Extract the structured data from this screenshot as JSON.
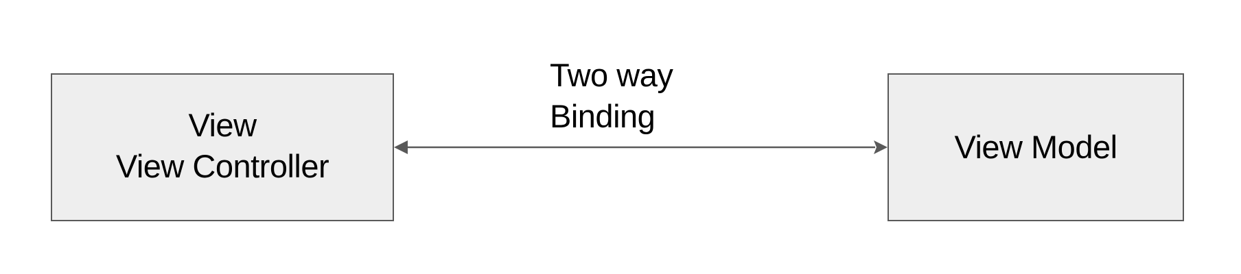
{
  "nodes": {
    "left": {
      "lines": [
        "View",
        "View Controller"
      ]
    },
    "right": {
      "label": "View Model"
    }
  },
  "edge": {
    "label_lines": [
      "Two way",
      "Binding"
    ],
    "direction": "bidirectional"
  },
  "colors": {
    "node_fill": "#eeeeee",
    "node_border": "#595959",
    "arrow": "#595959",
    "text": "#000000"
  }
}
